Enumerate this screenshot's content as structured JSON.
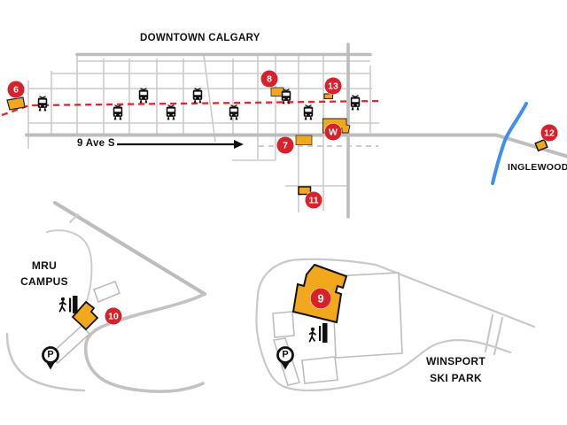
{
  "map": {
    "regions": {
      "downtown": "DOWNTOWN CALGARY",
      "street": "9 Ave S",
      "inglewood": "INGLEWOOD",
      "mru_line1": "MRU",
      "mru_line2": "CAMPUS",
      "winsport_line1": "WINSPORT",
      "winsport_line2": "SKI PARK"
    },
    "markers": {
      "m6": "6",
      "m7": "7",
      "m8": "8",
      "m9": "9",
      "m10": "10",
      "m11": "11",
      "m12": "12",
      "m13": "13",
      "mw": "W"
    },
    "parking_label": "P",
    "icons": {
      "train": "train-icon",
      "pedestrian": "pedestrian-entrance-icon",
      "parking": "parking-pin-icon"
    },
    "colors": {
      "marker_red": "#D7222C",
      "building_yellow": "#F2A81D",
      "road_gray": "#C9C9C9",
      "road_thick_gray": "#BDBDBD",
      "river_blue": "#3F8EF2",
      "ctrain_line_red": "#E8232E"
    }
  }
}
